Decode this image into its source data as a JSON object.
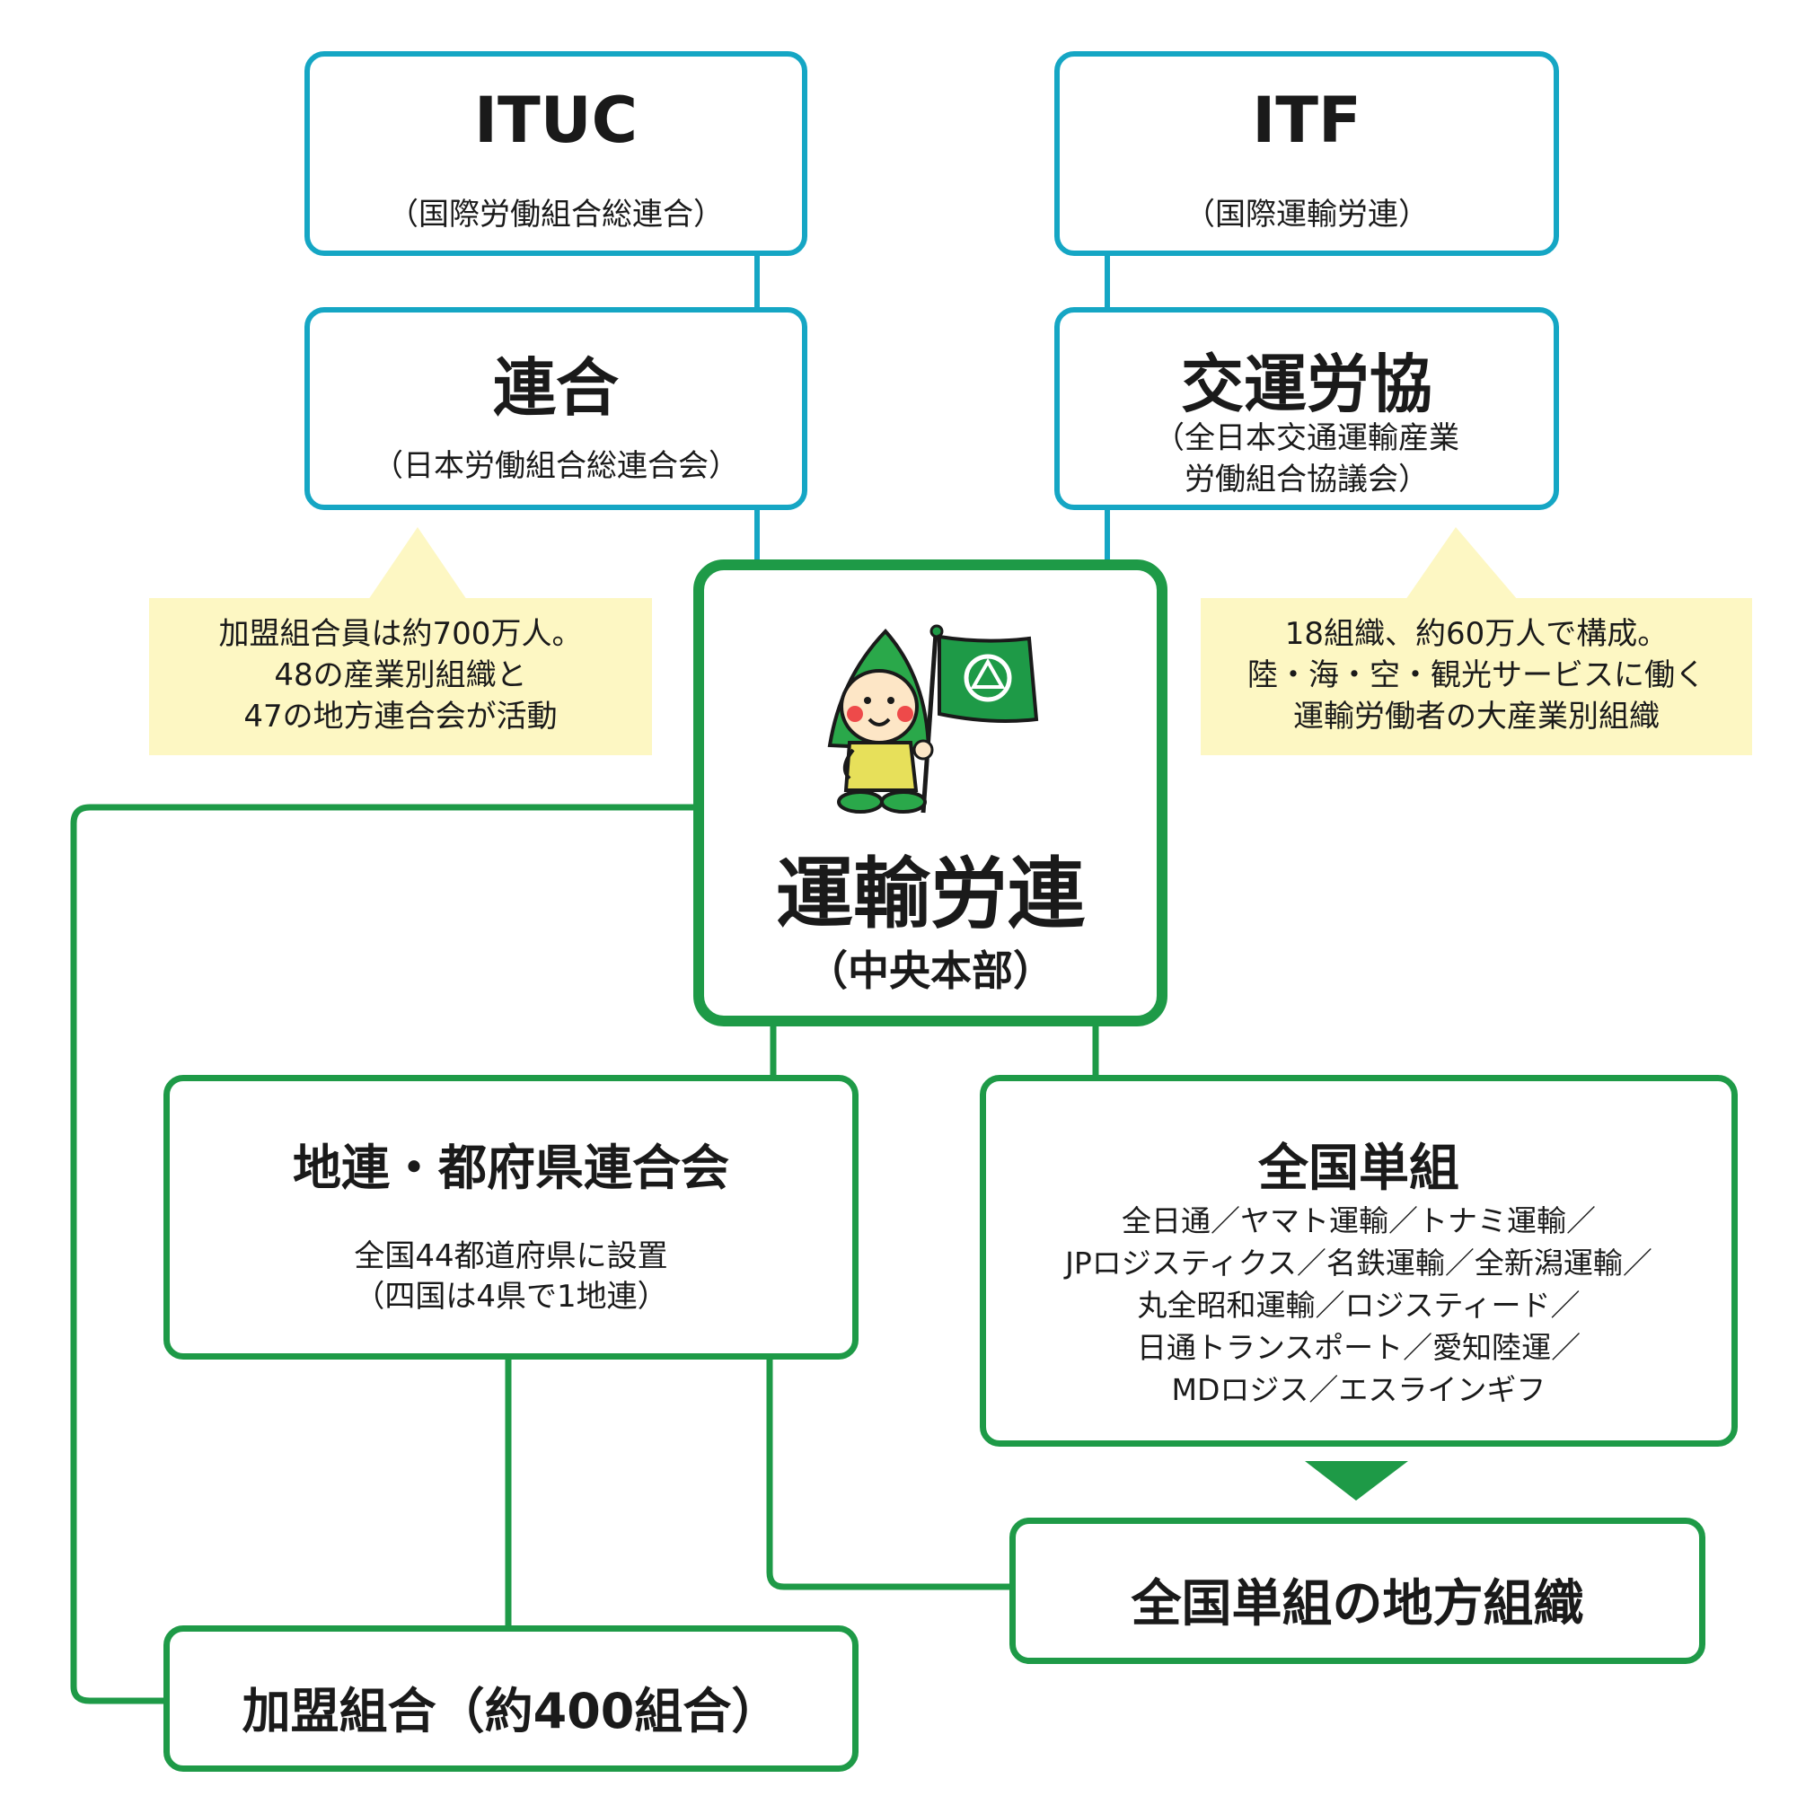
{
  "itf_side": {
    "itf": {
      "title": "ITF",
      "subtitle": "（国際運輸労連）"
    },
    "koun": {
      "title": "交運労協",
      "subtitle_line1": "（全日本交通運輸産業",
      "subtitle_line2": "労働組合協議会）"
    },
    "callout": [
      "18組織、約60万人で構成。",
      "陸・海・空・観光サービスに働く",
      "運輸労働者の大産業別組織"
    ]
  },
  "ituc_side": {
    "ituc": {
      "title": "ITUC",
      "subtitle": "（国際労働組合総連合）"
    },
    "rengo": {
      "title": "連合",
      "subtitle": "（日本労働組合総連合会）"
    },
    "callout": [
      "加盟組合員は約700万人。",
      "48の産業別組織と",
      "47の地方連合会が活動"
    ]
  },
  "center": {
    "title": "運輸労連",
    "subtitle": "（中央本部）"
  },
  "chiren": {
    "title": "地連・都府県連合会",
    "lines": [
      "全国44都道府県に設置",
      "（四国は4県で1地連）"
    ]
  },
  "tankumi": {
    "title": "全国単組",
    "lines": [
      "全日通／ヤマト運輸／トナミ運輸／",
      "JPロジスティクス／名鉄運輸／全新潟運輸／",
      "丸全昭和運輸／ロジスティード／",
      "日通トランスポート／愛知陸運／",
      "MDロジス／エスラインギフ"
    ]
  },
  "local_org": {
    "title": "全国単組の地方組織"
  },
  "member_unions": {
    "title": "加盟組合（約400組合）"
  },
  "colors": {
    "blue": "#15a6c4",
    "green": "#1e9a47",
    "callout": "#fdf7c3"
  },
  "mascot": {
    "icon": "mascot-with-flag-icon"
  }
}
